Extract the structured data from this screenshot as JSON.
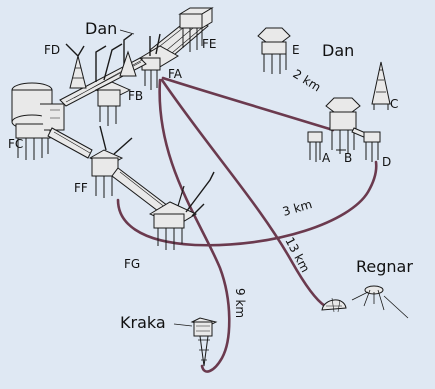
{
  "colors": {
    "background": "#dfe8f3",
    "pipeline": "#6b3a4e",
    "structure_fill": "#e9e9e9",
    "structure_stroke": "#1a1a1a"
  },
  "fields": {
    "dan_left": "Dan",
    "dan_right": "Dan",
    "regnar": "Regnar",
    "kraka": "Kraka"
  },
  "platforms": {
    "fd": "FD",
    "fe": "FE",
    "fa": "FA",
    "fb": "FB",
    "fc": "FC",
    "ff": "FF",
    "fg": "FG",
    "e": "E",
    "a": "A",
    "b": "B",
    "c": "C",
    "d": "D"
  },
  "distances": {
    "fa_e": "2 km",
    "fg_d": "3 km",
    "fa_regnar": "13 km",
    "fa_kraka": "9 km"
  }
}
